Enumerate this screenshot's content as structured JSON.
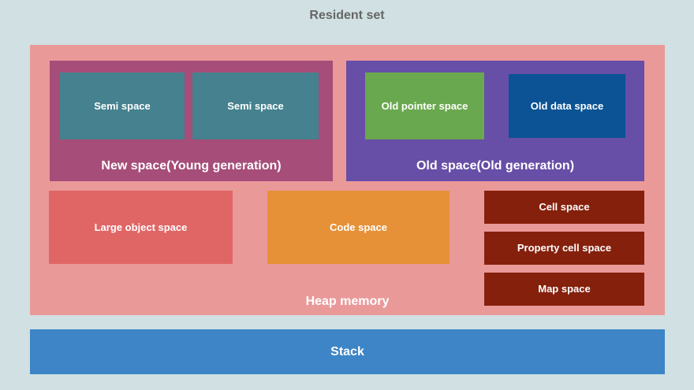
{
  "colors": {
    "background": "#d0e0e3",
    "title_text": "#666666",
    "label_text": "#ffffff",
    "heap": "#ea9999",
    "new_space": "#a64d79",
    "semi_space": "#45818e",
    "old_space": "#674ea7",
    "old_pointer_space": "#6aa84f",
    "old_data_space": "#0b5394",
    "large_object_space": "#e06666",
    "code_space": "#e69138",
    "cell_space": "#85200c",
    "stack": "#3d85c6"
  },
  "diagram": {
    "title": "Resident set",
    "heap": {
      "label": "Heap memory",
      "new_space": {
        "label": "New space(Young generation)",
        "children": [
          "Semi space",
          "Semi space"
        ]
      },
      "old_space": {
        "label": "Old space(Old generation)",
        "children": [
          "Old pointer space",
          "Old data space"
        ]
      },
      "large_object_space": "Large object space",
      "code_space": "Code space",
      "cell_spaces": [
        "Cell space",
        "Property cell space",
        "Map space"
      ]
    },
    "stack": {
      "label": "Stack"
    }
  }
}
